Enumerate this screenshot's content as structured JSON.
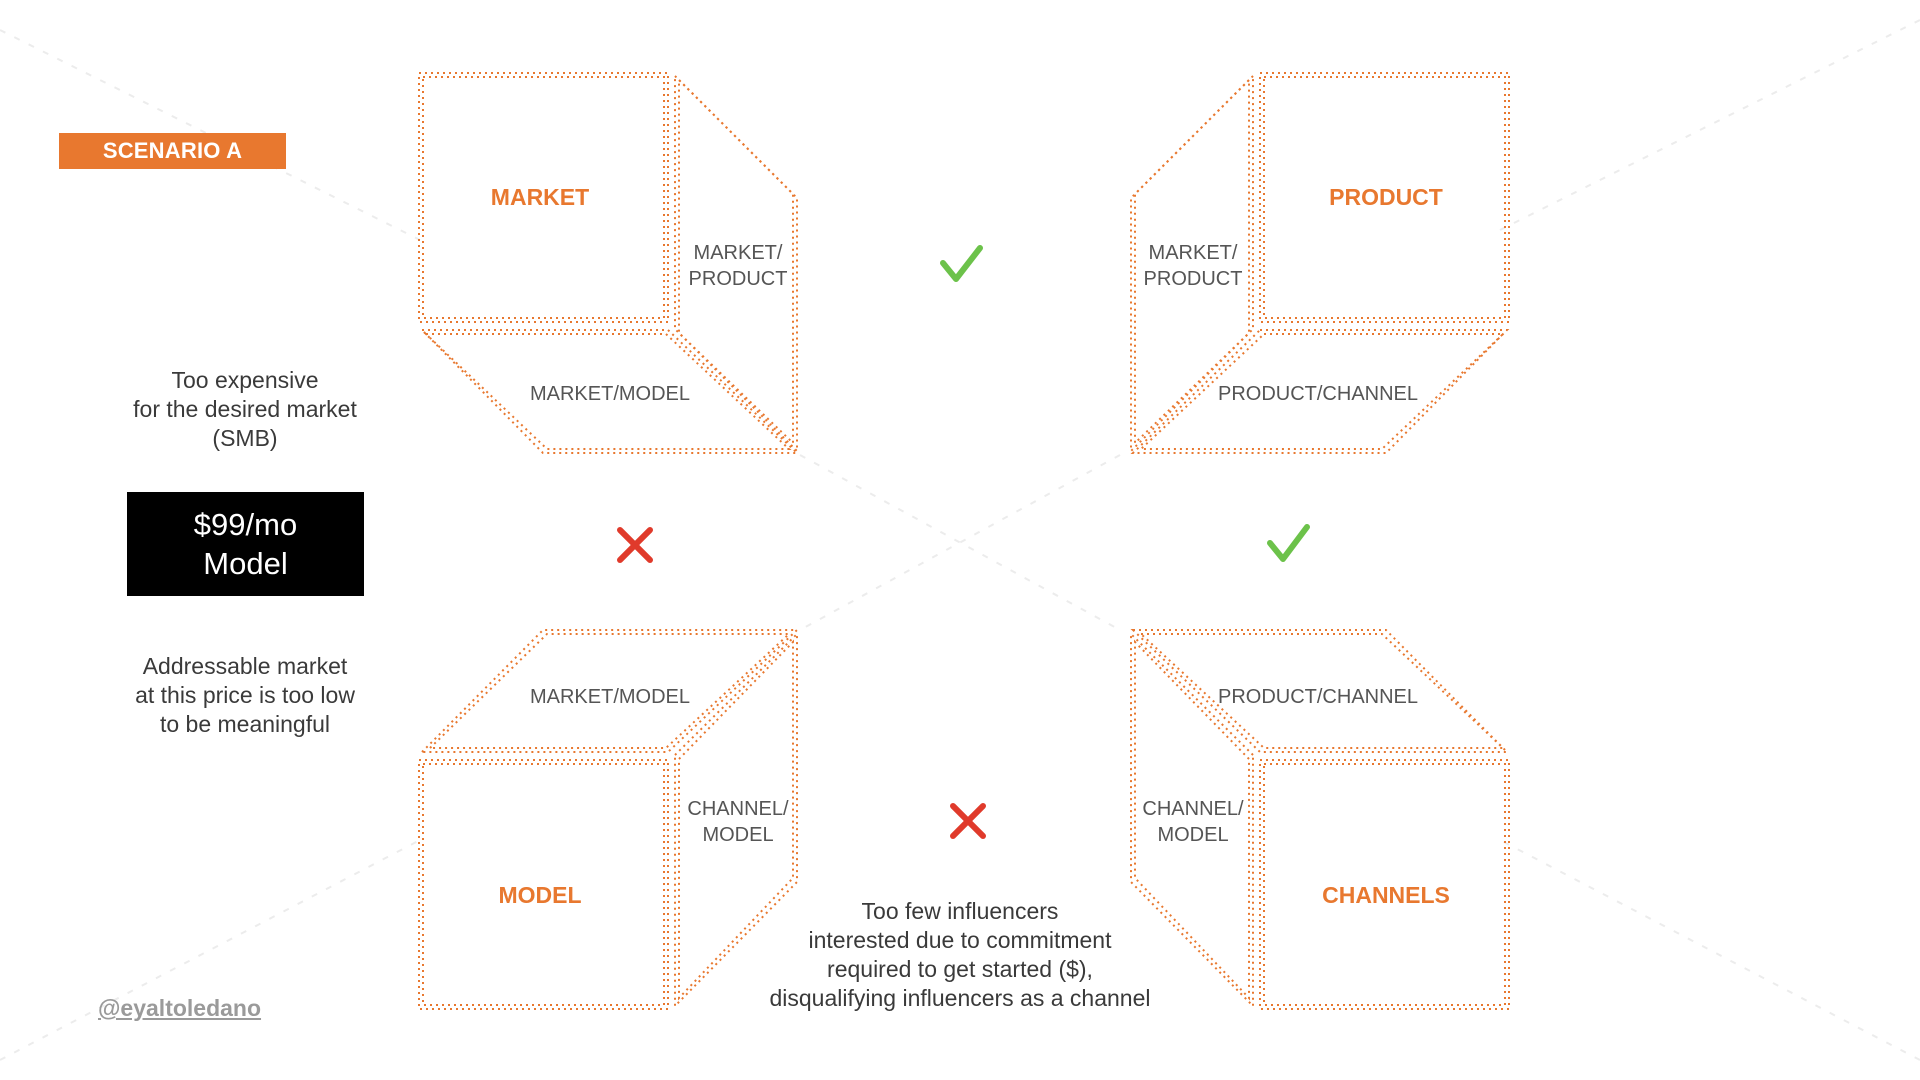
{
  "scenario_label": "SCENARIO A",
  "model_box": {
    "price": "$99/mo",
    "label": "Model"
  },
  "notes": {
    "market_model_top": [
      "Too expensive",
      "for the desired market",
      "(SMB)"
    ],
    "market_model_bottom": [
      "Addressable market",
      "at this price is too low",
      "to be meaningful"
    ],
    "channel_model": [
      "Too few influencers",
      "interested due to commitment",
      "required to get started ($),",
      "disqualifying influencers as a channel"
    ]
  },
  "cubes": {
    "market": {
      "title": "MARKET",
      "side": [
        "MARKET/",
        "PRODUCT"
      ],
      "face": "MARKET/MODEL"
    },
    "product": {
      "title": "PRODUCT",
      "side": [
        "MARKET/",
        "PRODUCT"
      ],
      "face": "PRODUCT/CHANNEL"
    },
    "model": {
      "title": "MODEL",
      "side": [
        "CHANNEL/",
        "MODEL"
      ],
      "face": "MARKET/MODEL"
    },
    "channels": {
      "title": "CHANNELS",
      "side": [
        "CHANNEL/",
        "MODEL"
      ],
      "face": "PRODUCT/CHANNEL"
    }
  },
  "links": {
    "market_product": "check",
    "product_channel": "check",
    "market_model": "cross",
    "channel_model": "cross"
  },
  "author": "@eyaltoledano",
  "colors": {
    "accent": "#E8782F",
    "check": "#6CC24A",
    "cross": "#E03A2B",
    "label": "#555555"
  }
}
